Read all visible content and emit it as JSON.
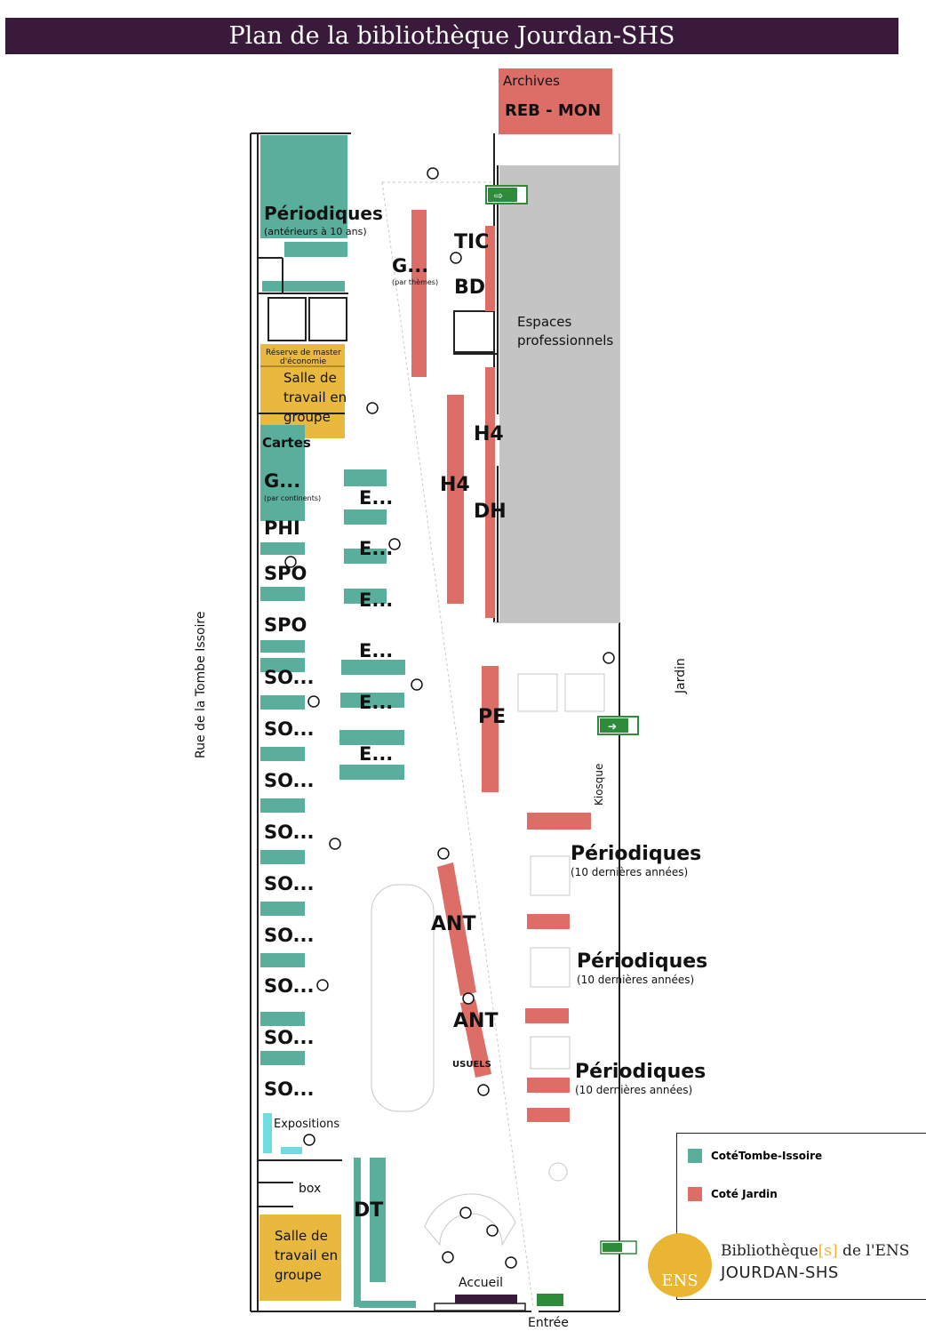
{
  "title": "Plan de la bibliothèque Jourdan-SHS",
  "colors": {
    "tombe_issoire": "#5aaf9c",
    "jardin": "#dc6d67",
    "work_room": "#e9b93f",
    "professional": "#c4c4c4",
    "header": "#3a1a3a",
    "exit_sign": "#2e8b3a",
    "exhibition": "#6fdde0",
    "accueil_desk": "#3a1a3a"
  },
  "streets": {
    "left": "Rue de la Tombe Issoire",
    "right": "Jardin",
    "entrance": "Entrée"
  },
  "areas": {
    "archives": "Archives",
    "reb_mon": "REB - MON",
    "espaces_line1": "Espaces",
    "espaces_line2": "professionnels",
    "reserve_line1": "Réserve de master",
    "reserve_line2": "d'économie",
    "salle1_line1": "Salle de",
    "salle1_line2": "travail en",
    "salle1_line3": "groupe",
    "salle2_line1": "Salle de",
    "salle2_line2": "travail en",
    "salle2_line3": "groupe",
    "expositions": "Expositions",
    "box": "box",
    "accueil": "Accueil",
    "kiosque": "Kiosque",
    "usuels": "USUELS"
  },
  "shelf_labels": {
    "periodiques_top": "Périodiques",
    "periodiques_top_sub": "(antérieurs à  10 ans)",
    "tic": "TIC",
    "g_themes": "G...",
    "g_themes_sub": "(par thèmes)",
    "bd": "BD",
    "cartes": "Cartes",
    "g_continents": "G...",
    "g_continents_sub": "(par continents)",
    "h4_right": "H4",
    "h4_left": "H4",
    "dh": "DH",
    "phi": "PHI",
    "spo1": "SPO",
    "spo2": "SPO",
    "so": [
      "SO...",
      "SO...",
      "SO...",
      "SO...",
      "SO...",
      "SO...",
      "SO...",
      "SO...",
      "SO..."
    ],
    "e": [
      "E...",
      "E...",
      "E...",
      "E...",
      "E...",
      "E..."
    ],
    "pe": "PE",
    "periodiques_1": "Périodiques",
    "periodiques_1_sub": "(10 dernières années)",
    "periodiques_2": "Périodiques",
    "periodiques_2_sub": "(10 dernières années)",
    "periodiques_3": "Périodiques",
    "periodiques_3_sub": "(10 dernières années)",
    "ant1": "ANT",
    "ant2": "ANT",
    "dt": "DT"
  },
  "legend": {
    "items": [
      {
        "label": "CotéTombe-Issoire",
        "color": "#5aaf9c"
      },
      {
        "label": "Coté Jardin",
        "color": "#dc6d67"
      }
    ]
  },
  "logo": {
    "circle_text": "ENS",
    "line1_a": "Bibliothèque",
    "line1_b": "[s]",
    "line1_c": " de l'ENS",
    "line2": "JOURDAN-SHS"
  }
}
